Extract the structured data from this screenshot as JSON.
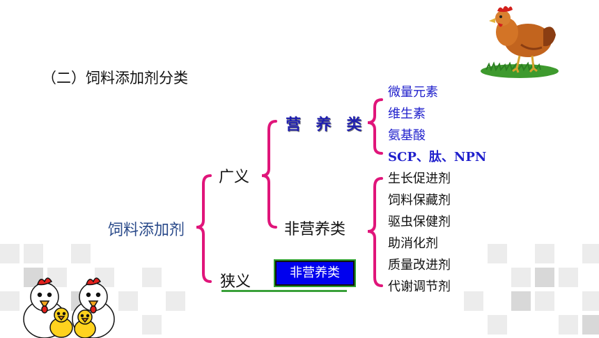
{
  "heading": "（二）饲料添加剂分类",
  "root": "饲料添加剂",
  "broad": "广义",
  "narrow": "狭义",
  "nutritional": "营 养 类",
  "non_nutritional": "非营养类",
  "narrow_box": "非营养类",
  "nutritional_items": [
    "微量元素",
    "维生素",
    "氨基酸",
    "SCP、肽、NPN"
  ],
  "non_nutritional_items": [
    "生长促进剂",
    "饲料保藏剂",
    "驱虫保健剂",
    "助消化剂",
    "质量改进剂",
    "代谢调节剂"
  ],
  "colors": {
    "brace": "#e0157a",
    "nutritional_text": "#1f1fcc",
    "box_fill": "#0000ee",
    "underline": "#3aa03a"
  },
  "icons": [
    "hen-illustration",
    "chick-mascots-illustration"
  ]
}
